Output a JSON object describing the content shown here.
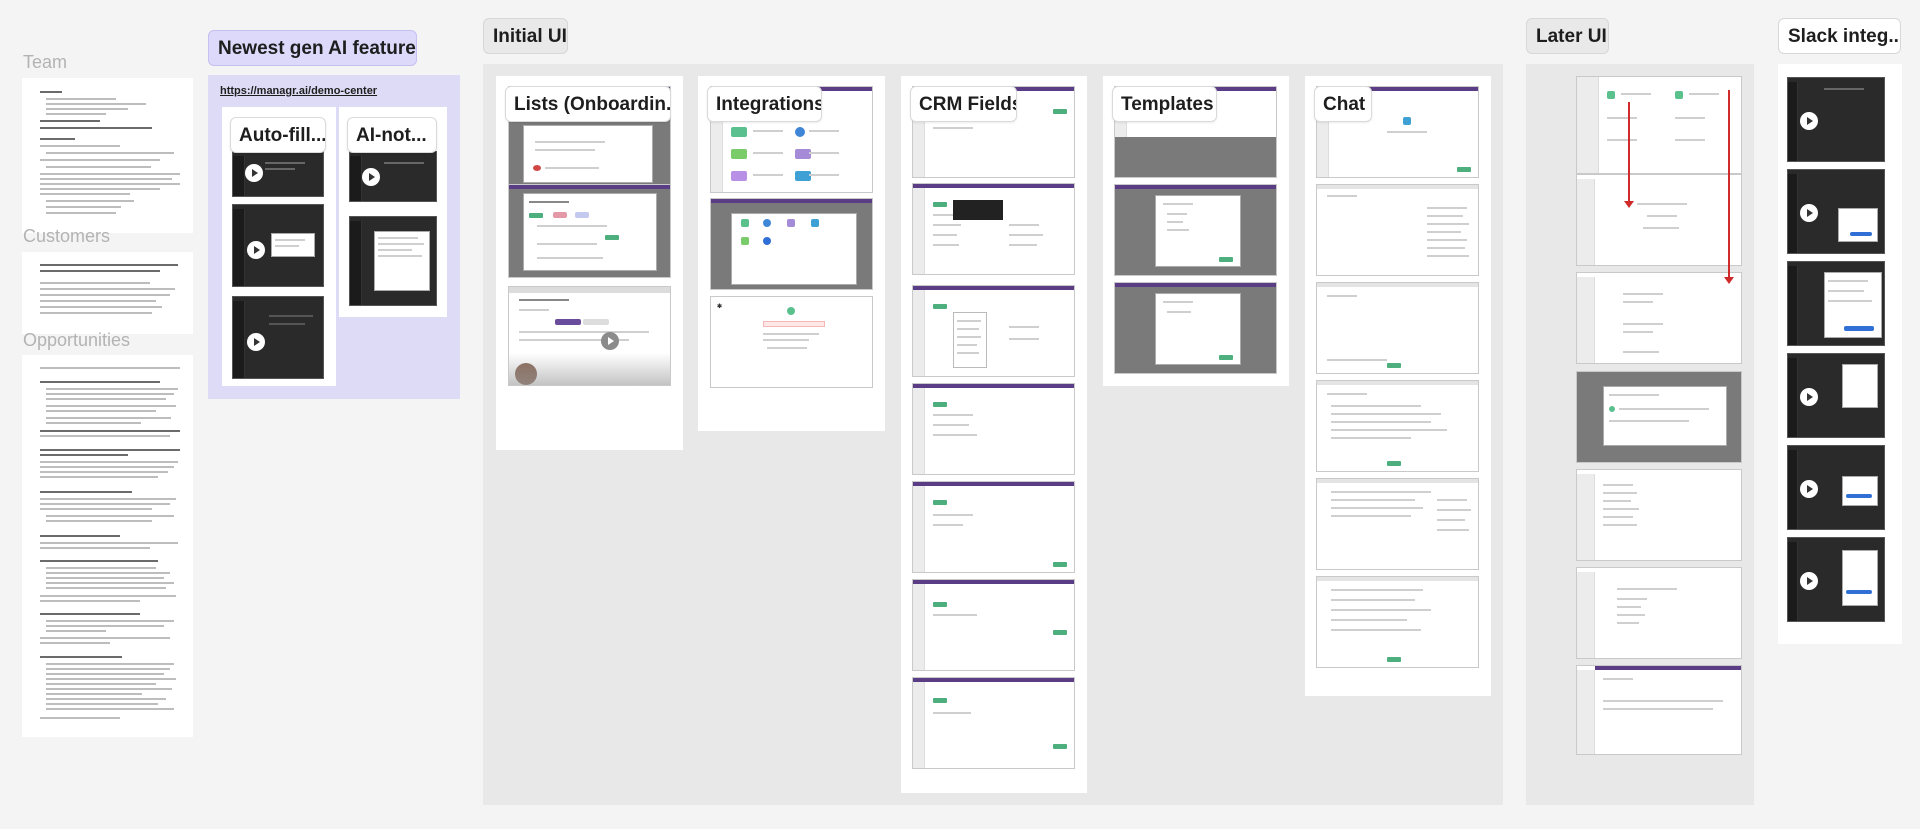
{
  "left_panel": {
    "team_label": "Team",
    "customers_label": "Customers",
    "opportunities_label": "Opportunities"
  },
  "sections": {
    "gen_ai": {
      "title": "Newest gen AI features",
      "link": "https://managr.ai/demo-center",
      "columns": [
        "Auto-fill...",
        "AI-not..."
      ]
    },
    "initial_ui": {
      "title": "Initial UI",
      "columns": [
        "Lists (Onboardin...",
        "Integrations",
        "CRM Fields",
        "Templates",
        "Chat"
      ]
    },
    "later_ui": {
      "title": "Later UI"
    },
    "slack": {
      "title": "Slack integ..."
    }
  },
  "colors": {
    "canvas": "#f4f4f4",
    "section_bg": "#e8e8e8",
    "gen_ai_bg": "#dedbf6",
    "app_header": "#5b3d86",
    "accent_green": "#4caf7d",
    "arrow_red": "#d02b2b"
  }
}
